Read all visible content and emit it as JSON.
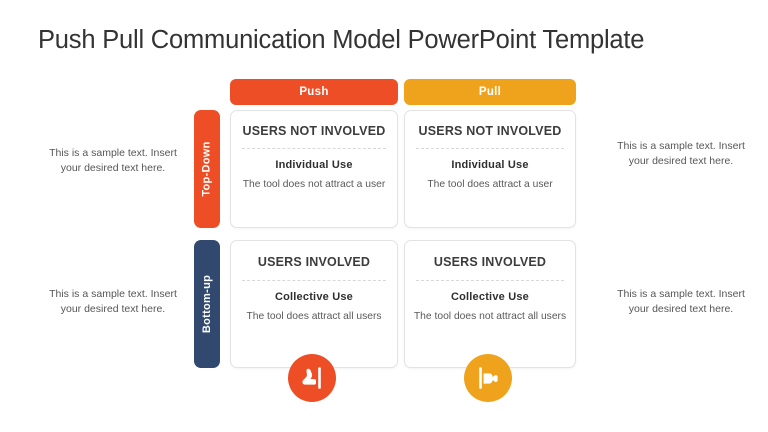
{
  "slide": {
    "title": "Push Pull Communication Model PowerPoint Template"
  },
  "colors": {
    "push": "#EE4E26",
    "pull": "#EFA31D",
    "top_down_tab": "#EE4E26",
    "bottom_up_tab": "#31496F",
    "title_text": "#333333",
    "body_text": "#595959",
    "card_border": "#E3E3E3"
  },
  "columns": [
    {
      "label": "Push"
    },
    {
      "label": "Pull"
    }
  ],
  "rows": [
    {
      "label": "Top-Down"
    },
    {
      "label": "Bottom-up"
    }
  ],
  "cells": {
    "top_left": {
      "heading": "USERS NOT INVOLVED",
      "subheading": "Individual Use",
      "body": "The tool does not attract a user"
    },
    "top_right": {
      "heading": "USERS NOT INVOLVED",
      "subheading": "Individual Use",
      "body": "The tool does attract a user"
    },
    "bottom_left": {
      "heading": "USERS INVOLVED",
      "subheading": "Collective Use",
      "body": "The tool does attract all users"
    },
    "bottom_right": {
      "heading": "USERS INVOLVED",
      "subheading": "Collective Use",
      "body": "The tool does not attract all users"
    }
  },
  "side_notes": {
    "left_top": "This is a sample text. Insert your desired text here.",
    "left_bottom": "This is a sample text. Insert your desired text here.",
    "right_top": "This is a sample text. Insert your desired text here.",
    "right_bottom": "This is a sample text. Insert your desired text here."
  },
  "icons": {
    "push_circle": "pushing-hand-icon",
    "pull_circle": "pulling-hand-icon"
  }
}
